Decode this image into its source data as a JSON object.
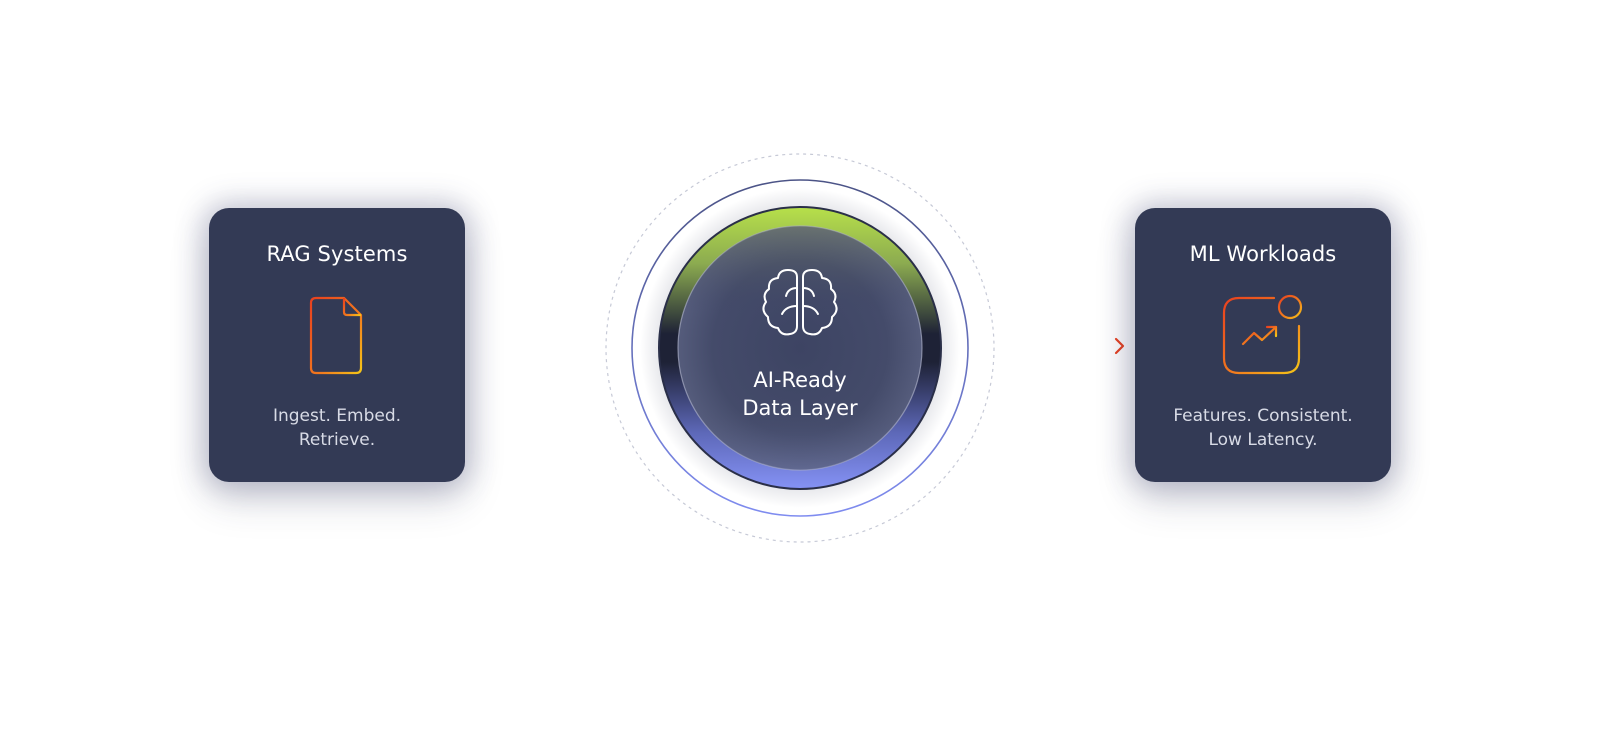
{
  "colors": {
    "card_bg": "#333a55",
    "accent_orange": "#e8521f",
    "accent_yellow": "#f5c518",
    "hub_green": "#b7e04a",
    "hub_blue": "#7f8cf0"
  },
  "left_card": {
    "title": "RAG Systems",
    "icon": "document-icon",
    "desc_line1": "Ingest. Embed.",
    "desc_line2": "Retrieve."
  },
  "hub": {
    "icon": "brain-icon",
    "label_line1": "AI-Ready",
    "label_line2": "Data Layer"
  },
  "right_card": {
    "title": "ML Workloads",
    "icon": "trending-chart-icon",
    "desc_line1": "Features. Consistent.",
    "desc_line2": "Low Latency."
  }
}
